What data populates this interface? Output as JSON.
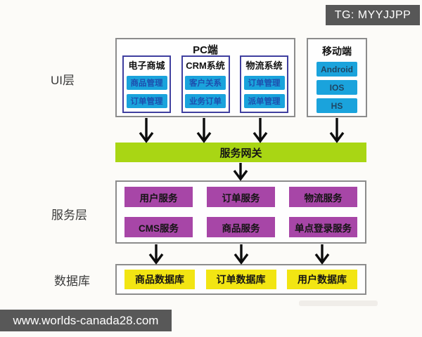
{
  "badge": {
    "text": "TG: MYYJJPP"
  },
  "layers": {
    "ui_label": "UI层",
    "service_label": "服务层",
    "database_label": "数据库"
  },
  "ui_layer": {
    "pc": {
      "title": "PC端",
      "systems": [
        {
          "title": "电子商城",
          "items": [
            "商品管理",
            "订单管理"
          ]
        },
        {
          "title": "CRM系统",
          "items": [
            "客户关系",
            "业务订单"
          ]
        },
        {
          "title": "物流系统",
          "items": [
            "订单管理",
            "派单管理"
          ]
        }
      ]
    },
    "mobile": {
      "title": "移动端",
      "items": [
        "Android",
        "IOS",
        "HS"
      ]
    }
  },
  "gateway": {
    "label": "服务网关"
  },
  "service_layer": {
    "services": [
      "用户服务",
      "订单服务",
      "物流服务",
      "CMS服务",
      "商品服务",
      "单点登录服务"
    ]
  },
  "database_layer": {
    "databases": [
      "商品数据库",
      "订单数据库",
      "用户数据库"
    ]
  },
  "footer": {
    "url": "www.worlds-canada28.com"
  },
  "colors": {
    "chip_cyan": "#1aa3dc",
    "gateway_green": "#a9d614",
    "service_purple": "#a746a7",
    "database_yellow": "#f2e513",
    "badge_gray": "#575757",
    "subbox_border_indigo": "#3f3f9f",
    "panel_border_gray": "#8c8c8c",
    "arrow_black": "#0d0d0d"
  }
}
